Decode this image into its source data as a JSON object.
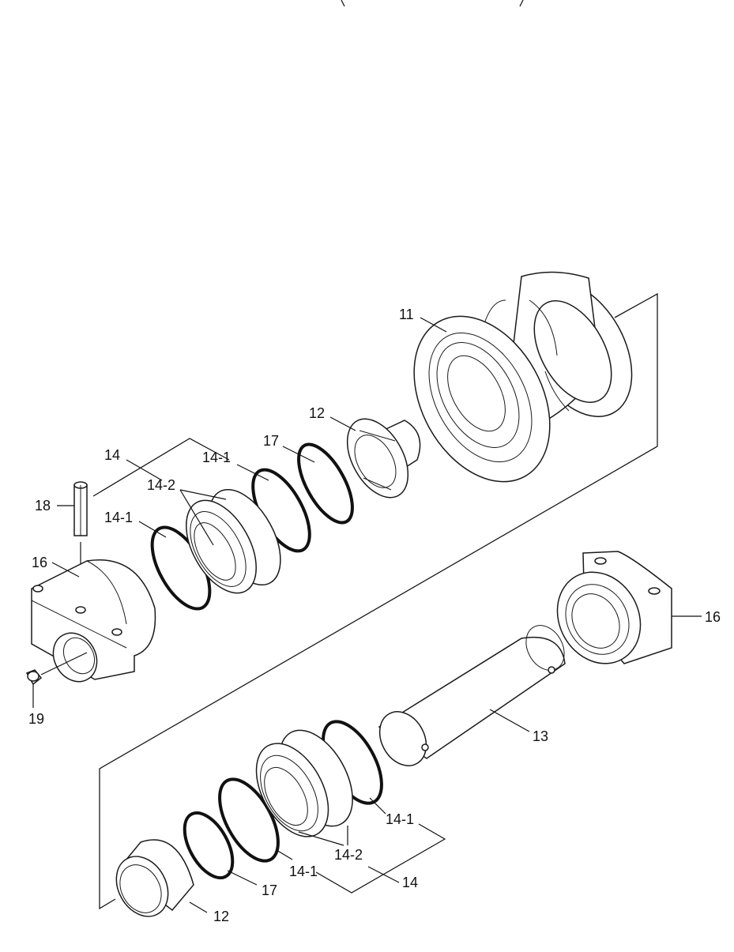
{
  "labels": {
    "l11": "11",
    "l12a": "12",
    "l12b": "12",
    "l13": "13",
    "l14a": "14",
    "l14b": "14",
    "l141a": "14-1",
    "l141b": "14-1",
    "l141c": "14-1",
    "l141d": "14-1",
    "l142a": "14-2",
    "l142b": "14-2",
    "l16a": "16",
    "l16b": "16",
    "l17a": "17",
    "l17b": "17",
    "l18": "18",
    "l19": "19"
  }
}
